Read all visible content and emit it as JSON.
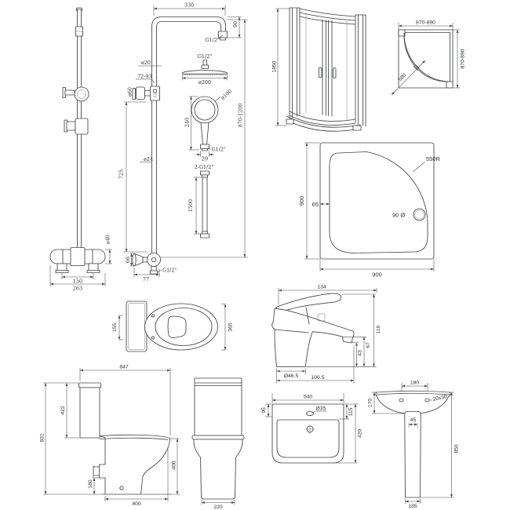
{
  "sheet": {
    "background": "#ffffff",
    "line_color": "#45484b"
  },
  "shower_system": {
    "riser_front": {
      "valve_diameter": "ø40",
      "inlet_centres": "150",
      "valve_width": "263"
    },
    "riser_dims": {
      "arm_length": "330",
      "arm_drop": "90",
      "arm_thread": "G1/2\"",
      "upper_pipe_dia": "ø20",
      "grip_range": "72-93",
      "grip_dia": "ø60",
      "riser_length": "725",
      "lower_pipe_dia": "ø24",
      "escutcheon_dia": "66",
      "wall_offset": "77",
      "outlet_thread": "G1/2\"",
      "height_range": "870-1200"
    },
    "head": {
      "thread": "G1/2\"",
      "diameter": "ø200"
    },
    "handset": {
      "diameter": "ø100",
      "length": "240",
      "thread": "G1/2\"",
      "nut_width": "29"
    },
    "hose": {
      "thread": "2-G1/2\"",
      "length": "1500"
    }
  },
  "enclosure": {
    "front": {
      "height": "1850"
    },
    "plan": {
      "width": "870-890",
      "depth": "870-890",
      "front_chord": "580"
    }
  },
  "tray": {
    "depth": "900",
    "width": "900",
    "rim": "65",
    "corner_radius": "550R",
    "waste_diameter": "90 Ø"
  },
  "toilet": {
    "plan": {
      "cistern_depth": "155",
      "seat_width": "365"
    },
    "side": {
      "depth": "647",
      "cistern_height": "422",
      "overall_height": "831",
      "outlet_height": "180",
      "pan_height": "400",
      "pan_depth": "400"
    },
    "front": {
      "pan_width": "220"
    }
  },
  "tap": {
    "length": "134",
    "height": "116",
    "spout_underside": "67",
    "aerator_height": "43",
    "base_diameter": "Ø46.5",
    "projection": "100.5"
  },
  "basin": {
    "plan": {
      "width": "540",
      "back_ledge": "95",
      "tap_hole": "Ø35",
      "hole_offset": "115",
      "depth": "420"
    },
    "front": {
      "platform_width": "180",
      "fixing_holes": "20x30",
      "bowl_depth": "170",
      "recess_width": "45",
      "overall_height": "850",
      "pedestal_base": "185"
    }
  }
}
